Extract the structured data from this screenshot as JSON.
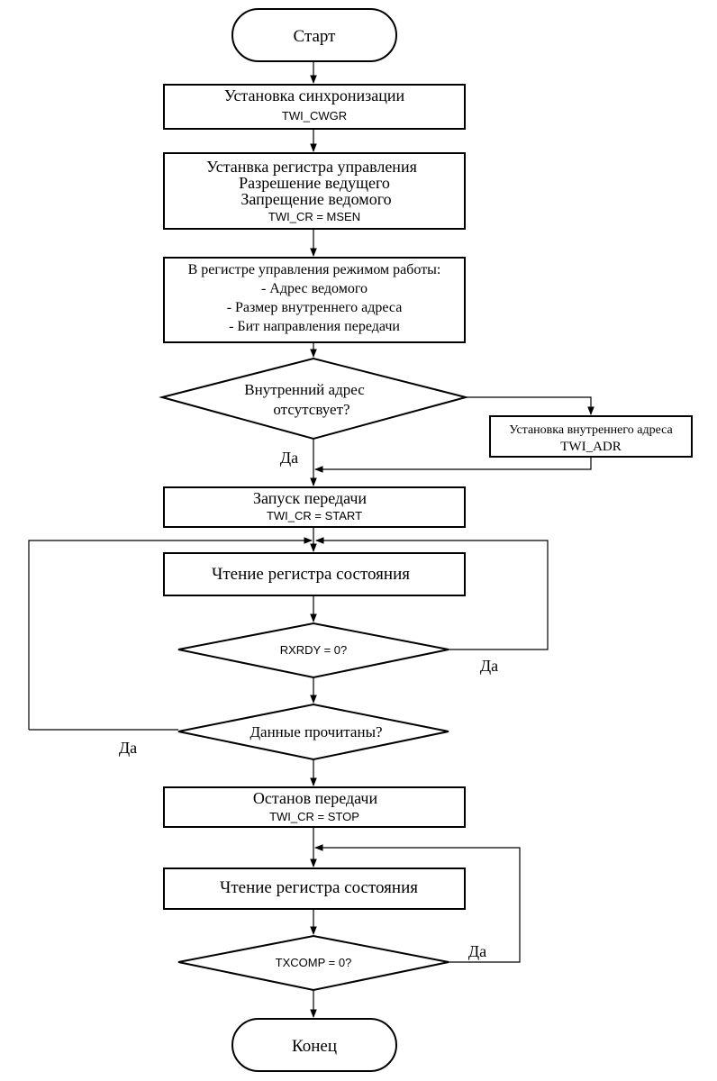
{
  "nodes": {
    "start": {
      "text": "Старт"
    },
    "sync": {
      "line1": "Установка синхронизации",
      "line2": "TWI_CWGR"
    },
    "control": {
      "line1": "Устанвка регистра управления",
      "line2": "Разрешение ведущего",
      "line3": "Запрещение ведомого",
      "line4": "TWI_CR = MSEN"
    },
    "mode": {
      "line1": "В регистре управления режимом работы:",
      "line2": "- Адрес ведомого",
      "line3": "- Размер внутреннего адреса",
      "line4": "- Бит направления передачи"
    },
    "decision_addr": {
      "line1": "Внутренний адрес",
      "line2": "отсутсвует?"
    },
    "set_addr": {
      "line1": "Установка внутреннего адреса",
      "line2": "TWI_ADR"
    },
    "start_tx": {
      "line1": "Запуск передачи",
      "line2": "TWI_CR = START"
    },
    "read_status1": {
      "text": "Чтение регистра состояния"
    },
    "decision_rxrdy": {
      "text": "RXRDY = 0?"
    },
    "decision_done": {
      "text": "Данные прочитаны?"
    },
    "stop_tx": {
      "line1": "Останов передачи",
      "line2": "TWI_CR = STOP"
    },
    "read_status2": {
      "text": "Чтение регистра состояния"
    },
    "decision_txcomp": {
      "text": "TXCOMP = 0?"
    },
    "end": {
      "text": "Конец"
    }
  },
  "labels": {
    "yes_addr": "Да",
    "yes_rxrdy": "Да",
    "yes_done": "Да",
    "yes_txcomp": "Да"
  }
}
